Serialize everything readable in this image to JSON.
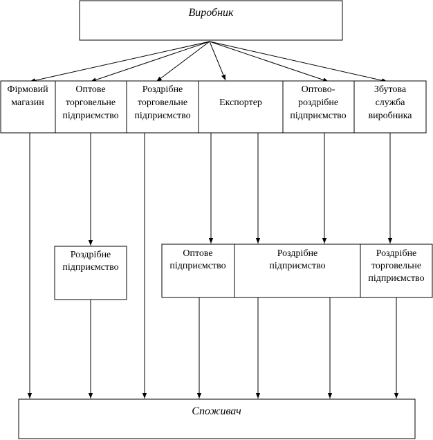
{
  "producer": "Виробник",
  "consumer": "Споживач",
  "top_row": [
    [
      "Фірмовий",
      "магазин"
    ],
    [
      "Оптове",
      "торговельне",
      "підприємство"
    ],
    [
      "Роздрібне",
      "торговельне",
      "підприємство"
    ],
    [
      "Експортер"
    ],
    [
      "Оптово-",
      "роздрібне",
      "підприємство"
    ],
    [
      "Збутова",
      "служба",
      "виробника"
    ]
  ],
  "mid_row": [
    [
      "Роздрібне",
      "підприємство"
    ],
    [
      "Оптове",
      "підприємство"
    ],
    [
      "Роздрібне",
      "підприємство"
    ],
    [
      "Роздрібне",
      "торговельне",
      "підприємство"
    ]
  ]
}
